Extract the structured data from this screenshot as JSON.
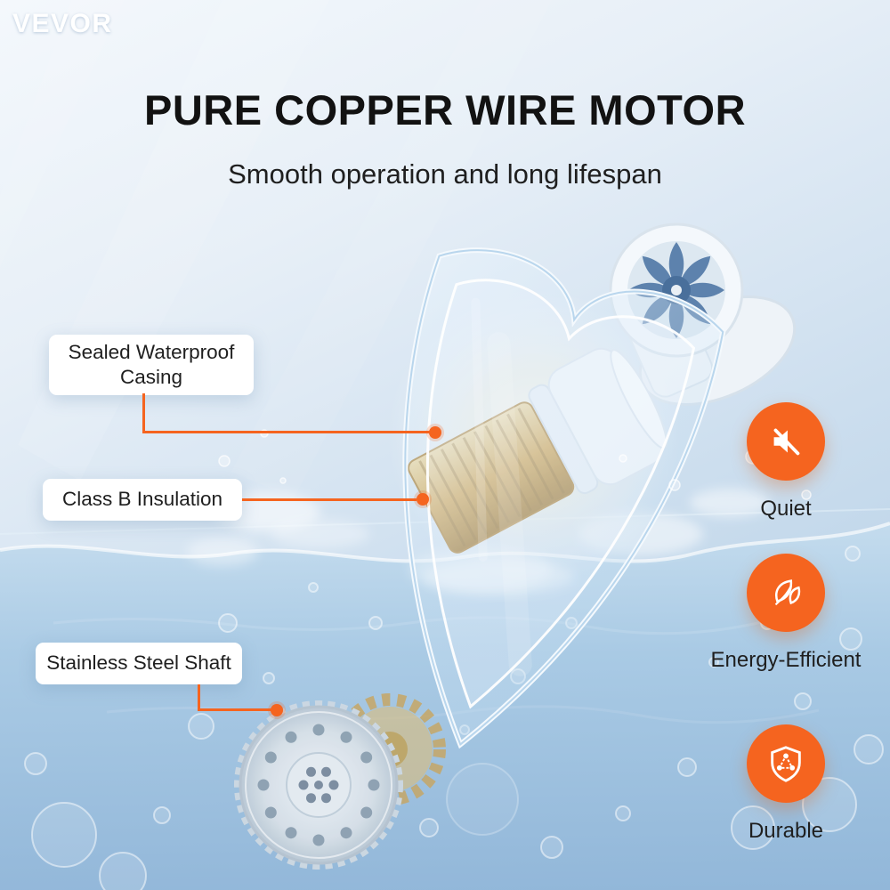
{
  "brand": {
    "logo_text": "VEVOR"
  },
  "header": {
    "title": "PURE COPPER WIRE MOTOR",
    "subtitle": "Smooth operation and long lifespan"
  },
  "callouts": [
    {
      "label": "Sealed Waterproof Casing"
    },
    {
      "label": "Class B Insulation"
    },
    {
      "label": "Stainless Steel Shaft"
    }
  ],
  "features": [
    {
      "label": "Quiet",
      "icon": "speaker-muted-icon"
    },
    {
      "label": "Energy-Efficient",
      "icon": "leaf-icon"
    },
    {
      "label": "Durable",
      "icon": "shield-molecule-icon"
    }
  ],
  "scene_parts": [
    "waterproof-shield-casing",
    "copper-wire-motor",
    "fan-impeller",
    "stainless-steel-shaft-gear",
    "water-splash",
    "bubbles"
  ],
  "colors": {
    "accent": "#f5641f",
    "title_text": "#121212",
    "body_text": "#1f1f1f",
    "background_top": "#f4f8fc",
    "background_bottom": "#b0cce5",
    "water": "#9cc1e0",
    "copper": "#cf9f45"
  }
}
